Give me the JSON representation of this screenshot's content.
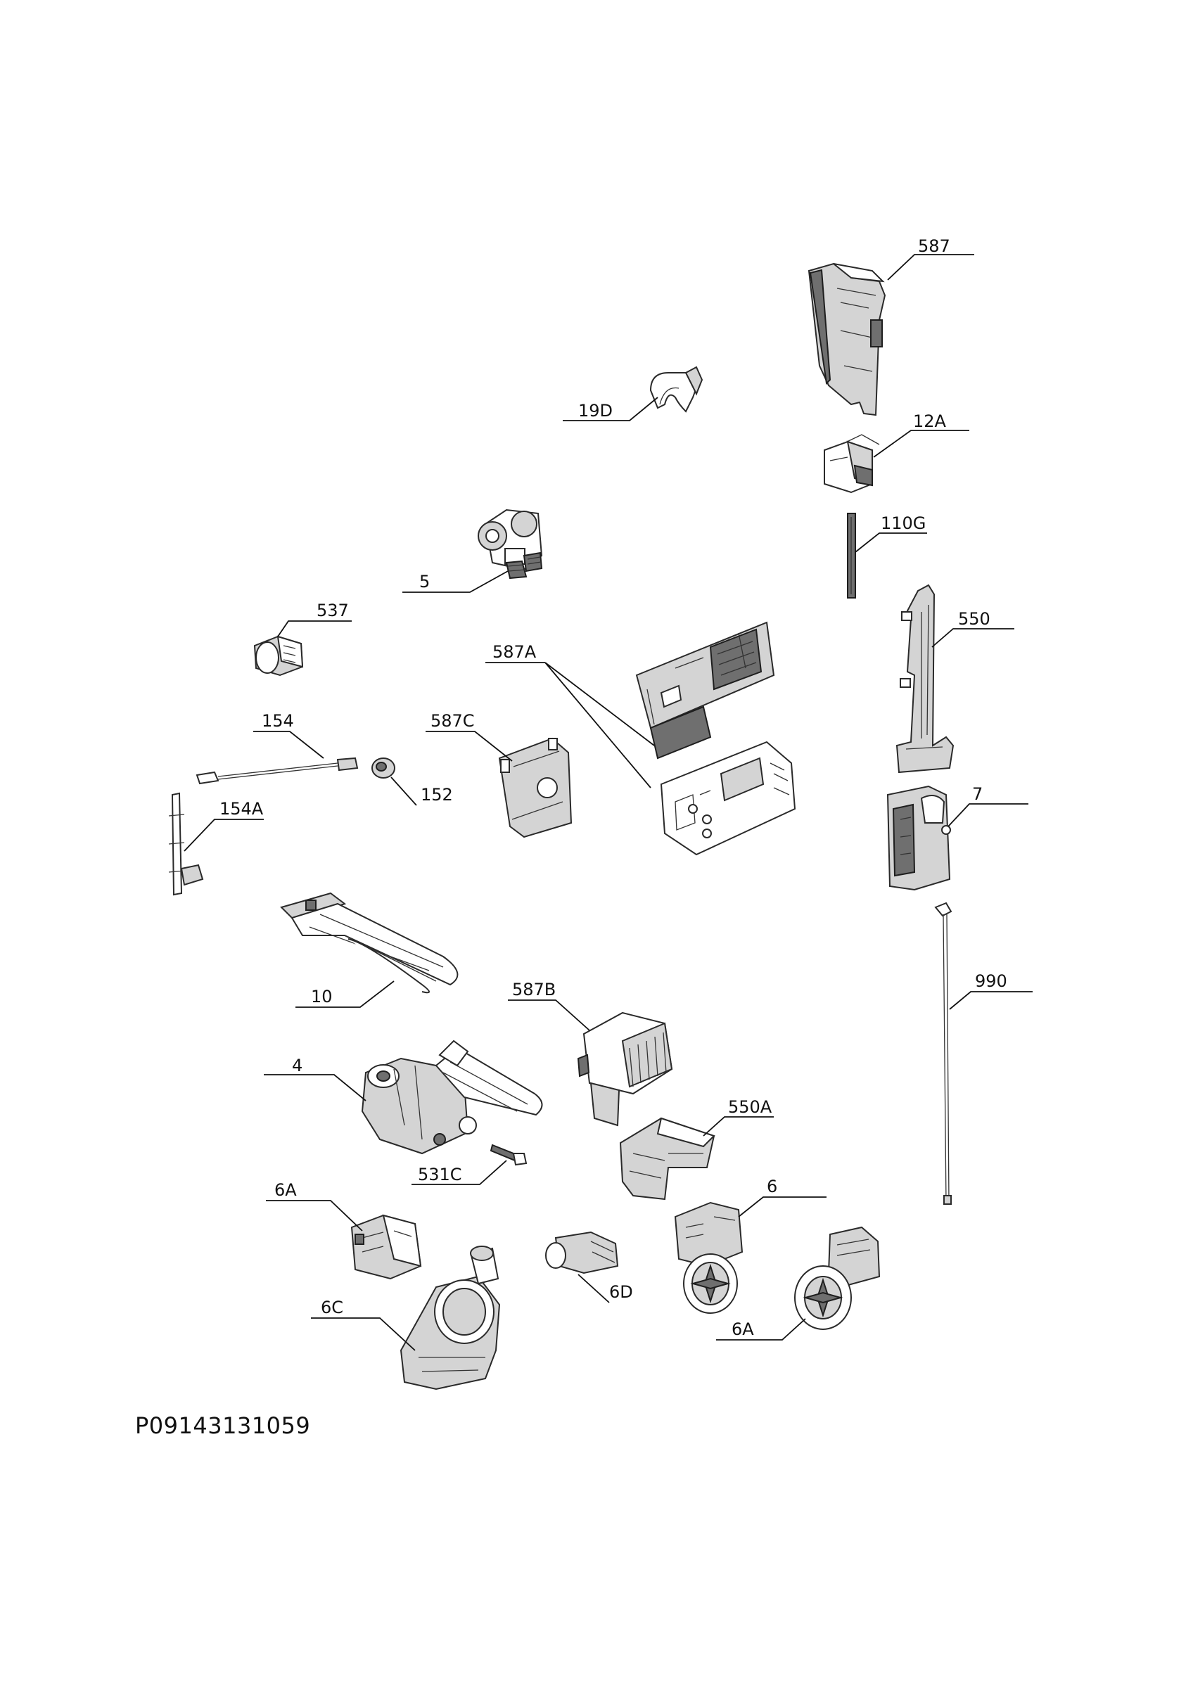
{
  "document_code": "P09143131059",
  "callouts": {
    "c587": "587",
    "c19D": "19D",
    "c12A": "12A",
    "c110G": "110G",
    "c5": "5",
    "c537": "537",
    "c550": "550",
    "c587A": "587A",
    "c154": "154",
    "c587C": "587C",
    "c152": "152",
    "c154A": "154A",
    "c7": "7",
    "c990": "990",
    "c10": "10",
    "c587B": "587B",
    "c4": "4",
    "c550A": "550A",
    "c531C": "531C",
    "c6A_left": "6A",
    "c6": "6",
    "c6C": "6C",
    "c6D": "6D",
    "c6A_right": "6A"
  }
}
